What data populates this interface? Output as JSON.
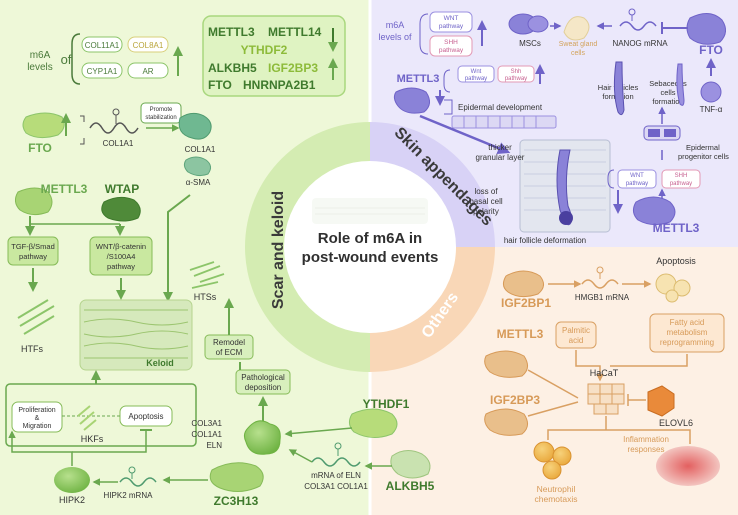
{
  "center": {
    "line1": "Role of m6A  in",
    "line2": "post-wound events"
  },
  "sectors": {
    "scar": "Scar and keloid",
    "skin": "Skin appendages",
    "others": "Others"
  },
  "colors": {
    "scar_bg": "#eef8d8",
    "skin_bg": "#ebe8fb",
    "others_bg": "#fdf0e4",
    "green": "#6aa84f",
    "green_dark": "#3f7a2d",
    "purple": "#6f63c8",
    "orange": "#e8a257",
    "red_text": "#d25050"
  },
  "legend": {
    "writers": [
      "METTL3",
      "METTL14"
    ],
    "eraser_reader_1": "YTHDF2",
    "row3": [
      "ALKBH5",
      "IGF2BP3"
    ],
    "row4": [
      "FTO",
      "HNRNPA2B1"
    ]
  },
  "scar": {
    "m6a_label": "m6A\nlevels of",
    "m6a_line1": "m6A",
    "m6a_line2": "levels",
    "m6a_line3": "of",
    "genes": [
      "COL11A1",
      "COL8A1",
      "CYP1A1",
      "AR"
    ],
    "fto": "FTO",
    "col1a1_mrna": "COL1A1",
    "promote": "Promote\nstabilization",
    "promote_1": "Promote",
    "promote_2": "stabilization",
    "col1a1_protein": "COL1A1",
    "asma": "α-SMA",
    "mettl3": "METTL3",
    "wtap": "WTAP",
    "tgf": "TGF-β/Smad pathway",
    "tgf_1": "TGF-β/Smad",
    "tgf_2": "pathway",
    "wnt": "WNT/β-catenin /S100A4 pathway",
    "wnt_1": "WNT/β-catenin",
    "wnt_2": "/S100A4",
    "wnt_3": "pathway",
    "htfs": "HTFs",
    "htss": "HTSs",
    "keloid": "Keloid",
    "remodel_1": "Remodel",
    "remodel_2": "of ECM",
    "patho_1": "Pathological",
    "patho_2": "deposition",
    "prolif_1": "Proliferation",
    "prolif_2": "&",
    "prolif_3": "Migration",
    "apoptosis": "Apoptosis",
    "hkfs": "HKFs",
    "hipk2": "HIPK2",
    "hipk2_mrna": "HIPK2 mRNA",
    "zc3h13": "ZC3H13",
    "col3a1": "COL3A1",
    "col1a1": "COL1A1",
    "eln": "ELN",
    "ythdf1": "YTHDF1",
    "mrna_eln_1": "mRNA of ELN",
    "mrna_eln_2": "COL3A1 COL1A1",
    "alkbh5": "ALKBH5"
  },
  "skin": {
    "m6a_line1": "m6A",
    "m6a_line2": "levels of",
    "wnt_pathway_1": "WNT",
    "wnt_pathway_2": "pathway",
    "shh_pathway_1": "SHH",
    "shh_pathway_2": "pathway",
    "mscs": "MSCs",
    "sweat_1": "Sweat gland",
    "sweat_2": "cells",
    "nanog": "NANOG mRNA",
    "fto": "FTO",
    "tnfa": "TNF-α",
    "mettl3_top": "METTL3",
    "wnt_small_1": "Wnt",
    "wnt_small_2": "pathway",
    "shh_small_1": "Shh",
    "shh_small_2": "pathway",
    "epidermal_dev": "Epidermal development",
    "hair_form_1": "Hair follicles",
    "hair_form_2": "formation",
    "sebaceous_1": "Sebaceous",
    "sebaceous_2": "cells",
    "sebaceous_3": "formation",
    "epi_prog_1": "Epidermal",
    "epi_prog_2": "progenitor cells",
    "thicker_1": "thicker",
    "thicker_2": "granular layer",
    "loss_1": "loss of",
    "loss_2": "basal cell",
    "loss_3": "polarity",
    "hair_deform": "hair follicle deformation",
    "wnt_b_1": "WNT",
    "wnt_b_2": "pathway",
    "shh_b_1": "SHH",
    "shh_b_2": "pathway",
    "mettl3_bottom": "METTL3"
  },
  "others": {
    "igf2bp1": "IGF2BP1",
    "hmgb1": "HMGB1 mRNA",
    "apoptosis": "Apoptosis",
    "mettl3": "METTL3",
    "palmitic_1": "Palmitic",
    "palmitic_2": "acid",
    "fatty_1": "Fatty acid",
    "fatty_2": "metabolism",
    "fatty_3": "reprogramming",
    "igf2bp3": "IGF2BP3",
    "hacat": "HaCaT",
    "elovl6": "ELOVL6",
    "inflam_1": "Inflammation",
    "inflam_2": "responses",
    "neutro_1": "Neutrophil",
    "neutro_2": "chemotaxis"
  }
}
